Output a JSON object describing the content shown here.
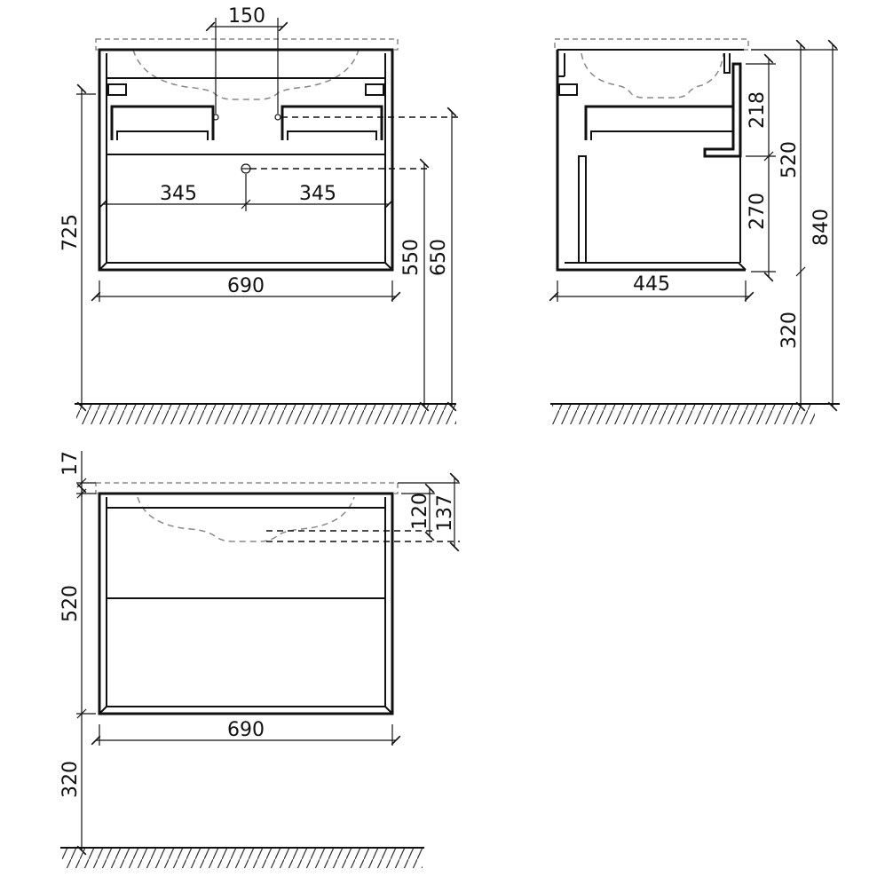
{
  "views": {
    "front_open": {
      "dim_150": "150",
      "dim_345_left": "345",
      "dim_345_right": "345",
      "dim_690": "690",
      "dim_725": "725",
      "dim_550": "550",
      "dim_650": "650"
    },
    "side": {
      "dim_445": "445",
      "dim_218": "218",
      "dim_270": "270",
      "dim_520": "520",
      "dim_840": "840",
      "dim_320": "320"
    },
    "front_closed": {
      "dim_17": "17",
      "dim_120": "120",
      "dim_137": "137",
      "dim_520": "520",
      "dim_690": "690",
      "dim_320": "320"
    }
  }
}
